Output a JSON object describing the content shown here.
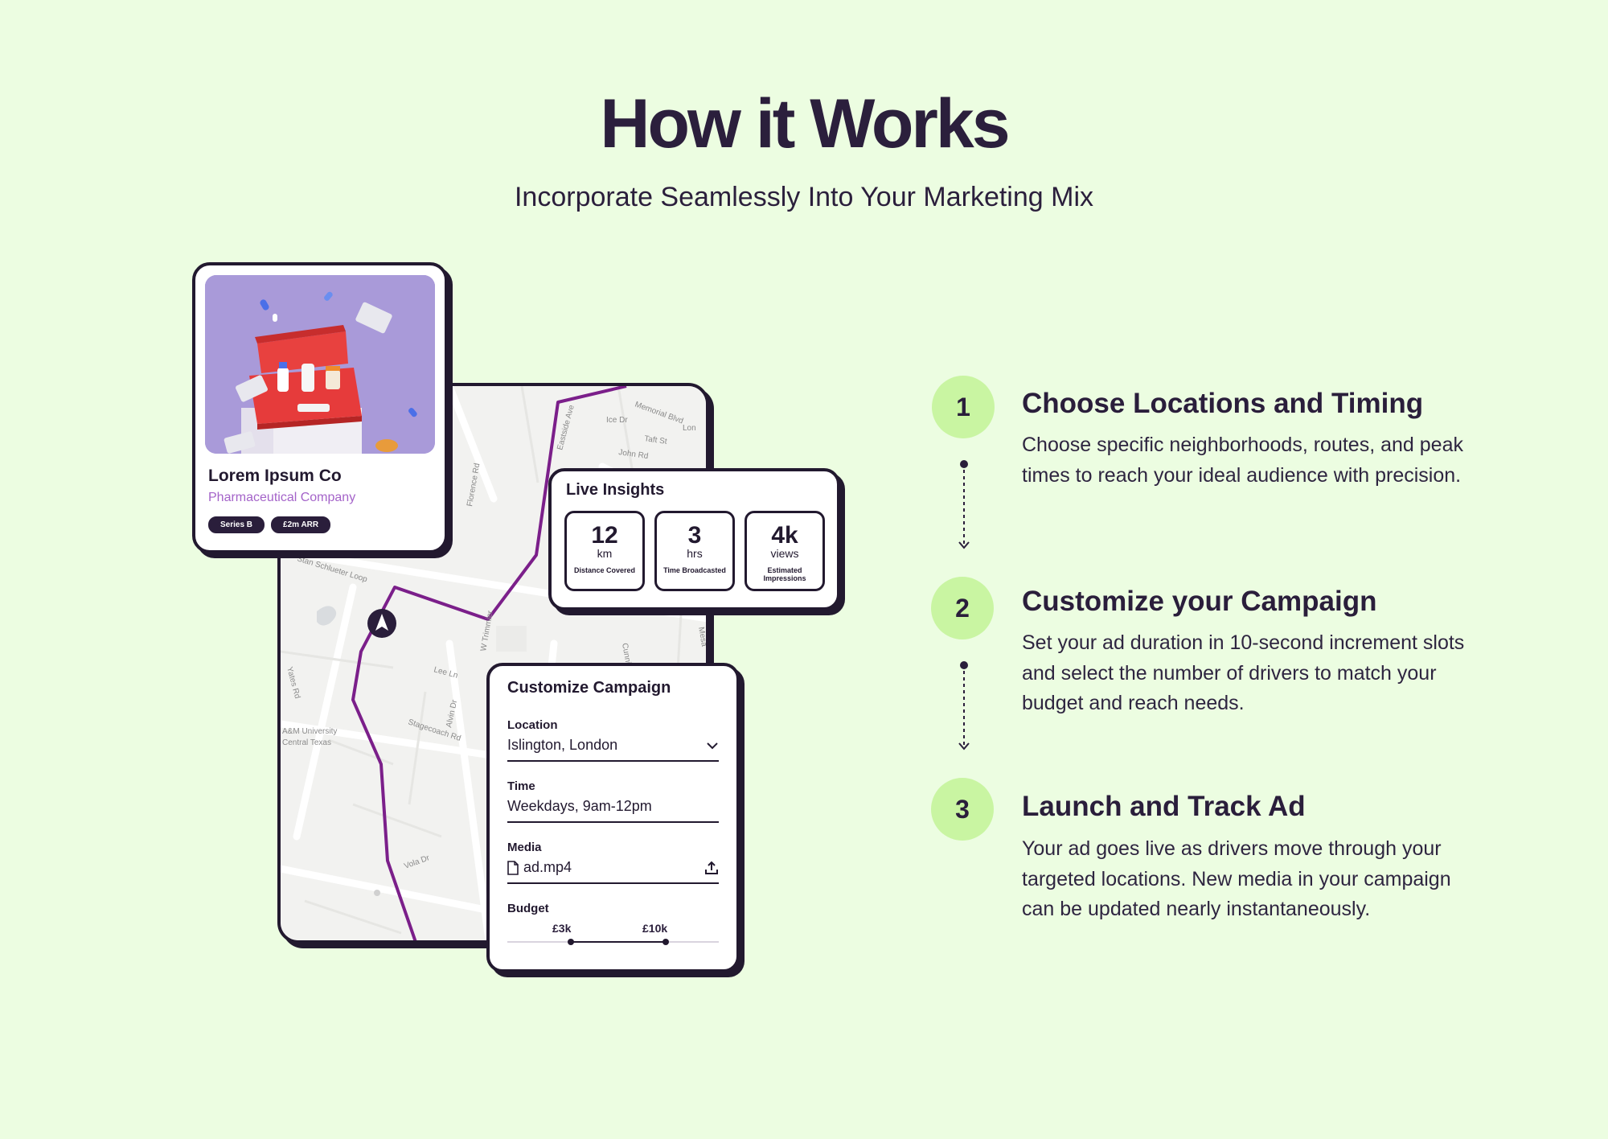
{
  "header": {
    "title": "How it Works",
    "subtitle": "Incorporate Seamlessly Into Your Marketing Mix"
  },
  "company_card": {
    "name": "Lorem Ipsum Co",
    "type": "Pharmaceutical Company",
    "badges": [
      "Series B",
      "£2m ARR"
    ]
  },
  "map": {
    "street_labels": [
      "Memorial Blvd",
      "Ice Dr",
      "Taft St",
      "John Rd",
      "Lon",
      "Eastside Ave",
      "Florence Rd",
      "Stan Schlueter Loop",
      "W Trimmier",
      "Cunningham",
      "Lee Ln",
      "Alvin Dr",
      "Stagecoach Rd",
      "Mesa",
      "Yates Rd",
      "A&M University",
      "Central Texas",
      "Vola Dr"
    ],
    "colors": {
      "route": "#7b1f8a",
      "background": "#f2f2f0",
      "road": "#ffffff"
    },
    "icons": [
      "navigation-arrow-icon"
    ]
  },
  "insights": {
    "title": "Live Insights",
    "stats": [
      {
        "value": "12",
        "unit": "km",
        "label": "Distance Covered"
      },
      {
        "value": "3",
        "unit": "hrs",
        "label": "Time Broadcasted"
      },
      {
        "value": "4k",
        "unit": "views",
        "label": "Estimated Impressions"
      }
    ]
  },
  "campaign": {
    "title": "Customize Campaign",
    "location": {
      "label": "Location",
      "value": "Islington, London"
    },
    "time": {
      "label": "Time",
      "value": "Weekdays, 9am-12pm"
    },
    "media": {
      "label": "Media",
      "value": "ad.mp4"
    },
    "budget": {
      "label": "Budget",
      "min_label": "£3k",
      "max_label": "£10k",
      "range_start_fraction": 0.3,
      "range_end_fraction": 0.75
    }
  },
  "steps": [
    {
      "number": "1",
      "title": "Choose Locations and Timing",
      "description": "Choose specific neighborhoods, routes, and peak times to reach your ideal audience with precision."
    },
    {
      "number": "2",
      "title": "Customize your Campaign",
      "description": "Set your ad duration in 10-second increment slots and select the number of drivers to match your budget and reach needs."
    },
    {
      "number": "3",
      "title": "Launch and Track Ad",
      "description": "Your ad goes live as drivers move through your targeted locations. New media in your campaign can be updated nearly instantaneously."
    }
  ],
  "colors": {
    "background": "#ecfde1",
    "step_circle": "#c9f5a2",
    "text_dark": "#2a1e3b",
    "accent_purple": "#a463c9"
  }
}
